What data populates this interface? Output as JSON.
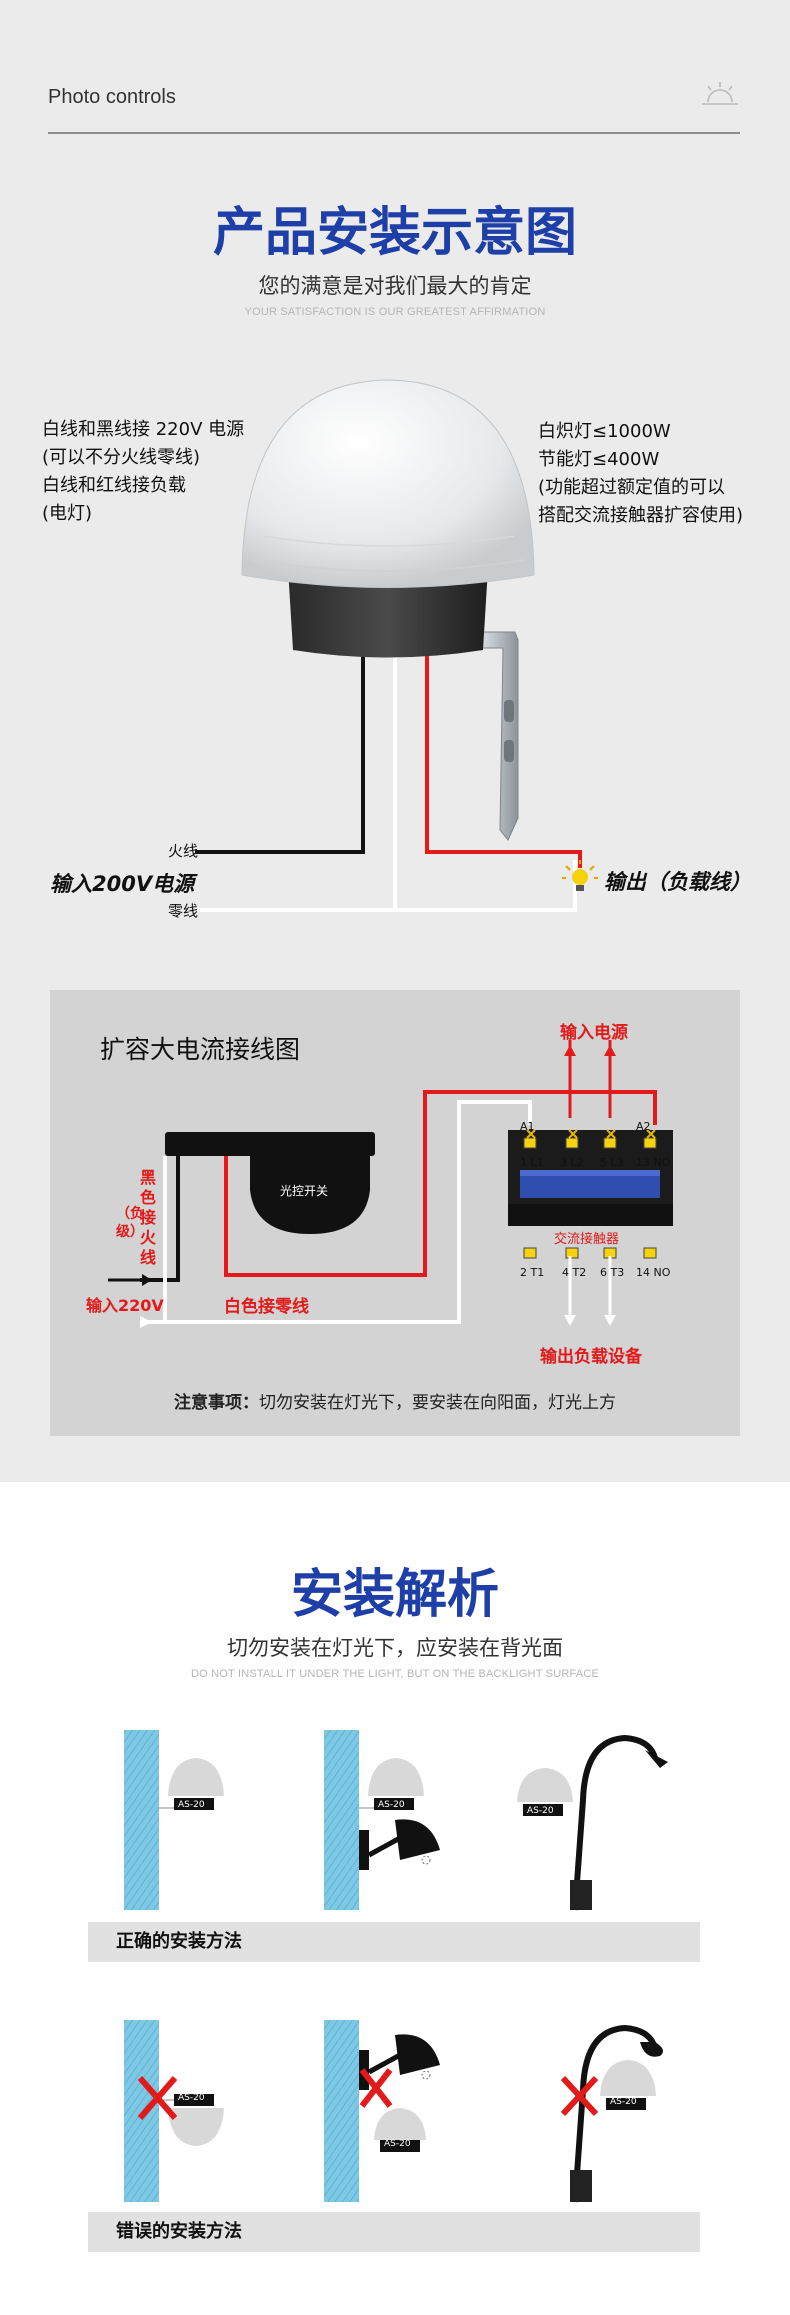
{
  "header": {
    "brand": "Photo controls"
  },
  "install_diagram": {
    "title": "产品安装示意图",
    "subtitle": "您的满意是对我们最大的肯定",
    "subtitle_en": "YOUR SATISFACTION IS OUR GREATEST AFFIRMATION",
    "left_notes": [
      "白线和黑线接 220V 电源",
      "(可以不分火线零线)",
      "白线和红线接负载",
      "(电灯)"
    ],
    "right_notes": [
      "白炽灯≤1000W",
      "节能灯≤400W",
      "(功能超过额定值的可以",
      "搭配交流接触器扩容使用)"
    ],
    "fire_wire": "火线",
    "zero_wire": "零线",
    "input_label": "输入200V电源",
    "output_label": "输出（负载线）"
  },
  "expansion_diagram": {
    "title": "扩容大电流接线图",
    "input_power": "输入电源",
    "switch_label": "光控开关",
    "black_wire": "黑色接火线",
    "load": "（负级）",
    "input_220": "输入220V",
    "white_wire": "白色接零线",
    "contactor": "交流接触器",
    "top_terminals": [
      "A1",
      "1 L1",
      "3 L2",
      "5 L3",
      "13 NO",
      "A2"
    ],
    "bottom_terminals": [
      "2 T1",
      "4 T2",
      "6 T3",
      "14 NO"
    ],
    "output_device": "输出负载设备",
    "note_label": "注意事项：",
    "note_text": "切勿安装在灯光下，要安装在向阳面，灯光上方"
  },
  "analysis": {
    "title": "安装解析",
    "subtitle": "切勿安装在灯光下，应安装在背光面",
    "subtitle_en": "DO NOT INSTALL IT UNDER THE LIGHT, BUT ON THE BACKLIGHT SURFACE",
    "model": "AS-20",
    "correct_label": "正确的安装方法",
    "wrong_label": "错误的安装方法"
  },
  "colors": {
    "title_blue": "#1e3fa8",
    "wire_red": "#e21a1a",
    "accent_yellow": "#f5d20a"
  }
}
